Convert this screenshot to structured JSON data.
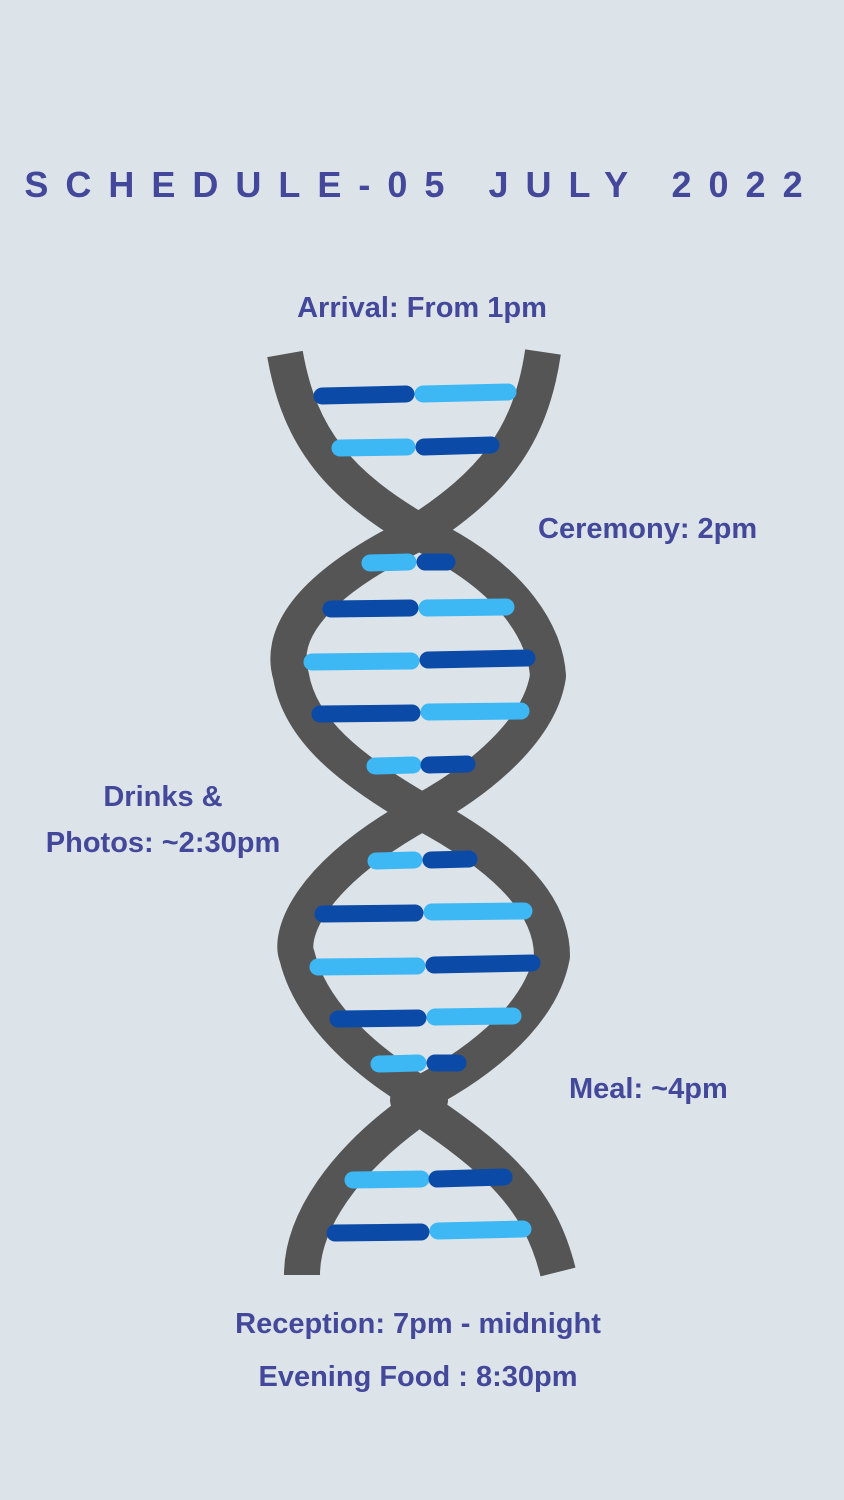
{
  "title": "SCHEDULE-05 JULY 2022",
  "events": {
    "arrival": "Arrival: From 1pm",
    "ceremony": "Ceremony: 2pm",
    "drinks_line1": "Drinks &",
    "drinks_line2": "Photos: ~2:30pm",
    "meal": "Meal: ~4pm",
    "reception": "Reception: 7pm - midnight",
    "evening_food": "Evening Food : 8:30pm"
  },
  "colors": {
    "background": "#dce4ea",
    "text": "#44489a",
    "strand": "#555555",
    "base_dark": "#0b4aa6",
    "base_light": "#3db8f5"
  }
}
